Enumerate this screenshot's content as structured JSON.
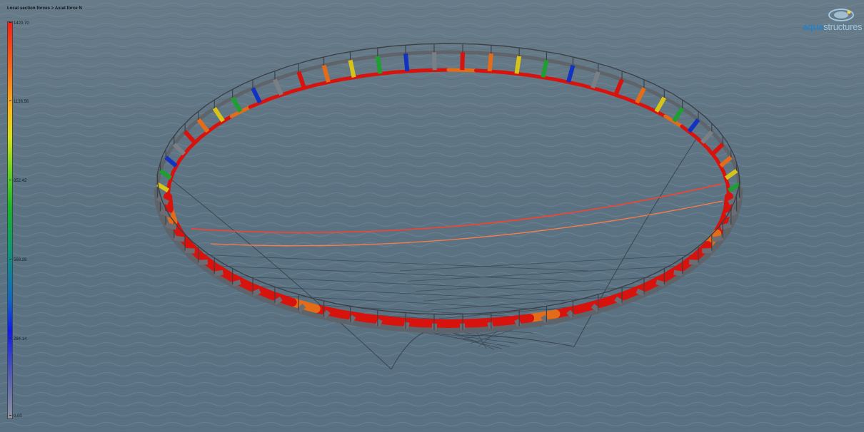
{
  "app": {
    "result_title": "Local section forces > Axial force N",
    "logo": {
      "word_part1": "aqua",
      "word_part2": "structures"
    }
  },
  "legend": {
    "max_label": "1420.70",
    "ticks": [
      {
        "label": "1420.70",
        "fraction": 1.0
      },
      {
        "label": "1136.56",
        "fraction": 0.8
      },
      {
        "label": "852.42",
        "fraction": 0.6
      },
      {
        "label": "568.28",
        "fraction": 0.4
      },
      {
        "label": "284.14",
        "fraction": 0.2
      },
      {
        "label": "0.00",
        "fraction": 0.0
      }
    ],
    "colors": {
      "high": "#ff1a10",
      "upper_mid": "#ffb810",
      "mid": "#14b624",
      "lower_mid": "#0e1af4",
      "low": "#8d939d"
    }
  },
  "model": {
    "description_visible": false,
    "ring_segment_colors": [
      "#d8120c",
      "#e46c18",
      "#d6c419",
      "#1f9e32",
      "#1233c2",
      "#7a7f86"
    ]
  }
}
